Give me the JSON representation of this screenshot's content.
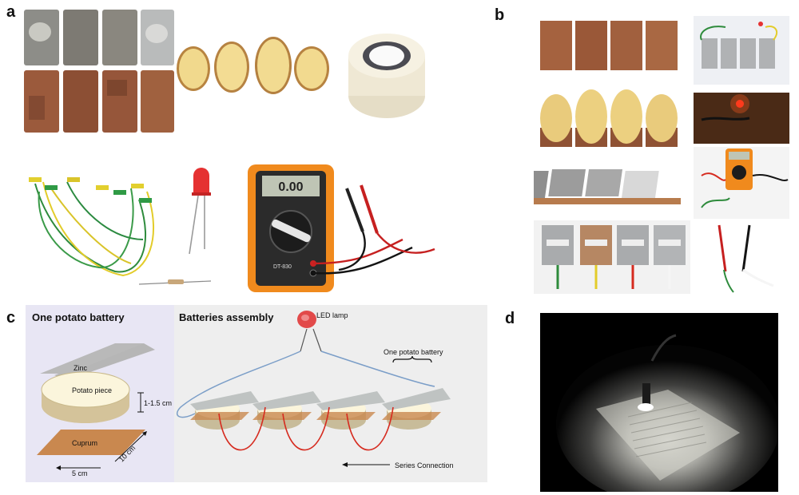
{
  "panels": {
    "a": "a",
    "b": "b",
    "c": "c",
    "d": "d"
  },
  "multimeter": {
    "display": "0.00",
    "model": "DT-830"
  },
  "diagram": {
    "left_title": "One potato battery",
    "right_title": "Batteries assembly",
    "zinc": "Zinc",
    "potato_piece": "Potato piece",
    "cuprum": "Cuprum",
    "thickness": "1-1.5 cm",
    "length": "10 cm",
    "width": "5 cm",
    "led_lamp": "LED lamp",
    "one_potato_battery": "One potato battery",
    "series_connection": "Series Connection"
  },
  "colors": {
    "left_bg": "#e8e6f4",
    "right_bg": "#eeeeee",
    "zinc": "#b4b6b8",
    "copper": "#c9884f",
    "potato": "#f7efc9",
    "wire_blue": "#7b9ec8",
    "wire_red": "#d62b1f",
    "led": "#e24a4a"
  }
}
